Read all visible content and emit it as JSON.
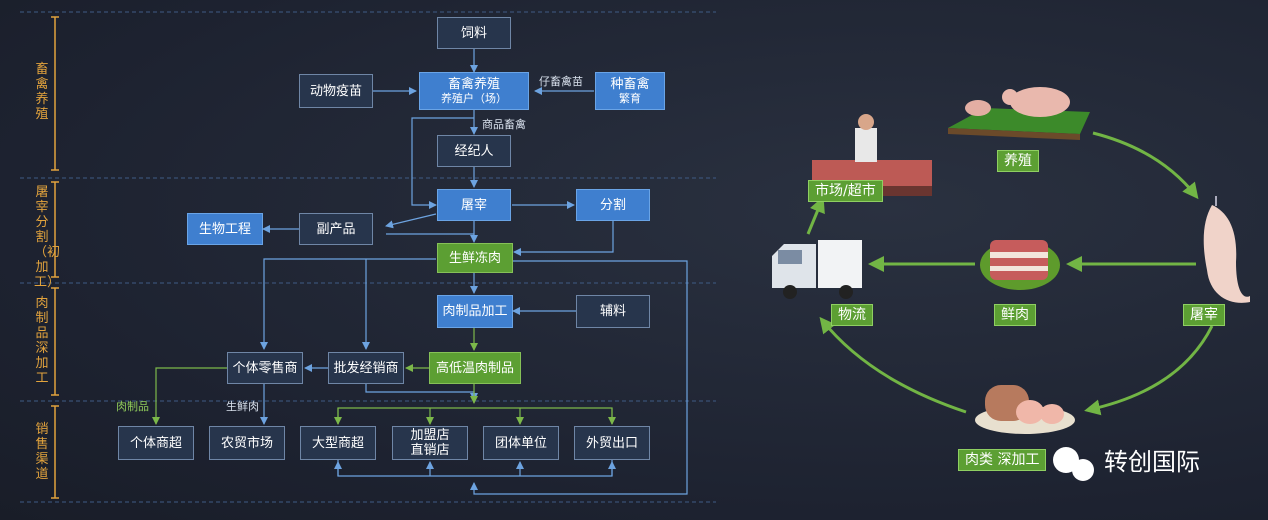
{
  "stages": [
    {
      "id": "breeding",
      "label": "畜禽养殖"
    },
    {
      "id": "slaughter",
      "label": "屠宰分割（初加工）"
    },
    {
      "id": "processing",
      "label": "肉制品深加工"
    },
    {
      "id": "sales",
      "label": "销售渠道"
    }
  ],
  "nodes": {
    "feed": "饲料",
    "vaccine": "动物疫苗",
    "breeding_main": "畜禽养殖",
    "breeding_sub": "养殖户（场）",
    "stock_main": "种畜禽",
    "stock_sub": "繁育",
    "broker": "经纪人",
    "slaughter": "屠宰",
    "cutting": "分割",
    "biotech": "生物工程",
    "byproduct": "副产品",
    "fresh_meat": "生鲜冻肉",
    "meat_processing": "肉制品加工",
    "auxiliary": "辅料",
    "retailer": "个体零售商",
    "wholesaler": "批发经销商",
    "temp_products": "高低温肉制品",
    "small_store": "个体商超",
    "farmers_market": "农贸市场",
    "supermarket": "大型商超",
    "franchise_main": "加盟店",
    "franchise_sub": "直销店",
    "group_unit": "团体单位",
    "export": "外贸出口"
  },
  "edge_labels": {
    "piglets": "仔畜禽苗",
    "commercial_livestock": "商品畜禽",
    "meat_products": "肉制品",
    "fresh_meat": "生鲜肉"
  },
  "cycle": {
    "breeding": "养殖",
    "slaughter": "屠宰",
    "processed": "肉类 深加工",
    "fresh_meat": "鲜肉",
    "logistics": "物流",
    "market": "市场/超市"
  },
  "brand": "转创国际",
  "colors": {
    "blue_node": "#3f7fcf",
    "dark_node": "#27354c",
    "green_node": "#5c9f33",
    "stage_label": "#e2a33d",
    "blue_line": "#6da3e0",
    "green_line": "#7cb84a"
  }
}
